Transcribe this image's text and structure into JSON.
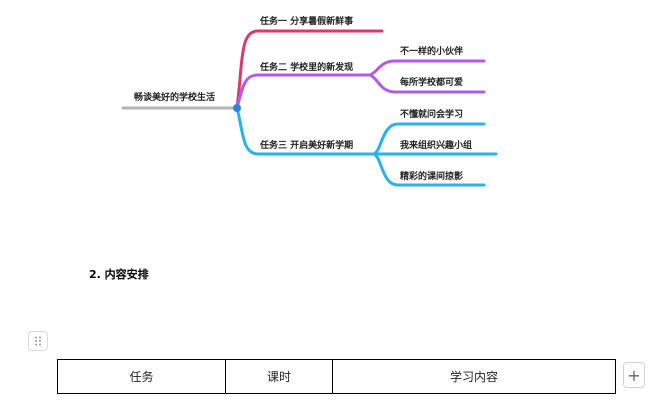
{
  "mindmap": {
    "root": "畅谈美好的学校生活",
    "branches": [
      {
        "label": "任务一 分享暑假新鲜事",
        "color": "#d63a6e",
        "children": []
      },
      {
        "label": "任务二 学校里的新发现",
        "color": "#b45ae6",
        "children": [
          "不一样的小伙伴",
          "每所学校都可爱"
        ]
      },
      {
        "label": "任务三 开启美好新学期",
        "color": "#2ab2ec",
        "children": [
          "不懂就问会学习",
          "我来组织兴趣小组",
          "精彩的课间掠影"
        ]
      }
    ],
    "root_line_color": "#b3b3b3",
    "center_dot_color": "#2a86e0"
  },
  "doc": {
    "heading": "2. 内容安排",
    "table_headers": [
      "任务",
      "课时",
      "学习内容"
    ],
    "drag_handle_icon": "drag-dots-icon",
    "add_column_icon": "plus-icon",
    "add_column_symbol": "+"
  }
}
